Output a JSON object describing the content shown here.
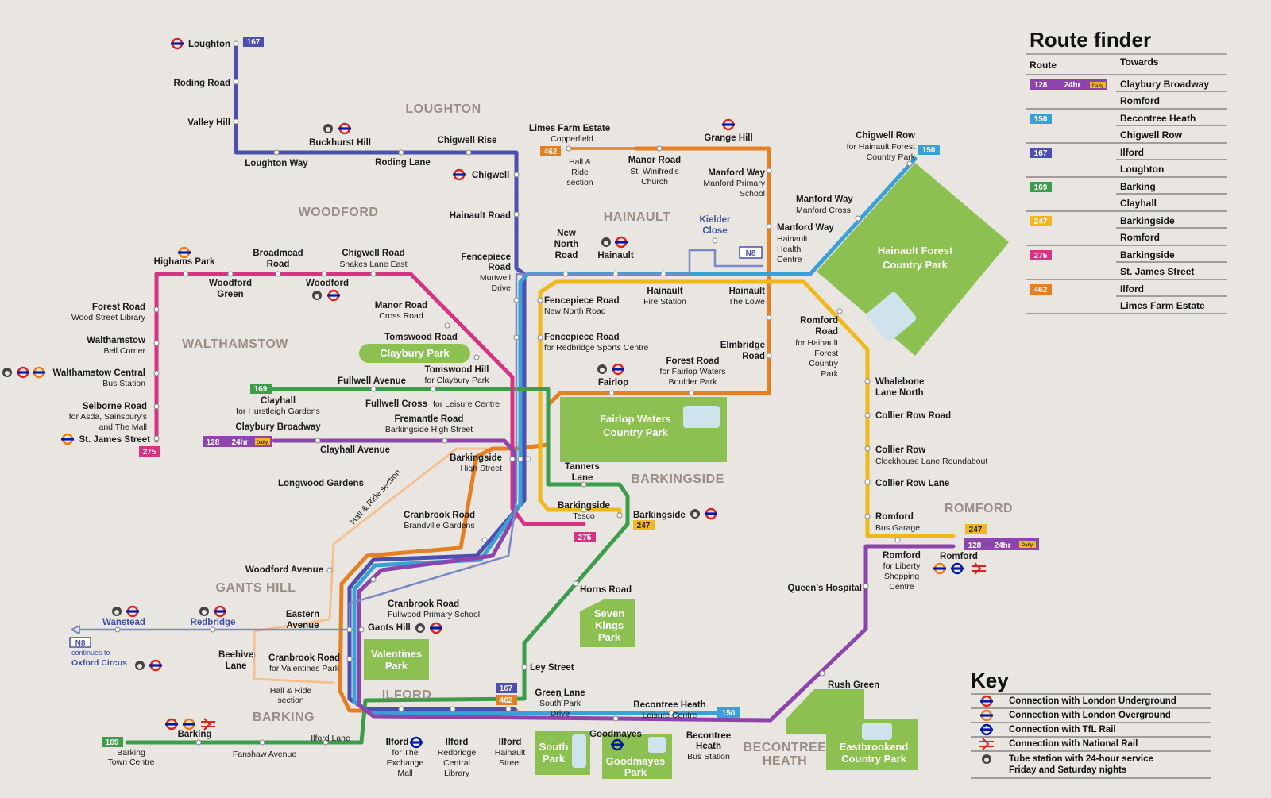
{
  "areas": {
    "loughton": "LOUGHTON",
    "woodford": "WOODFORD",
    "hainault": "HAINAULT",
    "walthamstow": "WALTHAMSTOW",
    "barkingside": "BARKINGSIDE",
    "romford": "ROMFORD",
    "gants_hill": "GANTS HILL",
    "ilford": "ILFORD",
    "barking": "BARKING",
    "becontree_heath": [
      "BECONTREE",
      "HEATH"
    ]
  },
  "parks": {
    "hainault_forest": [
      "Hainault Forest",
      "Country Park"
    ],
    "claybury": "Claybury Park",
    "fairlop": [
      "Fairlop Waters",
      "Country Park"
    ],
    "seven_kings": [
      "Seven",
      "Kings",
      "Park"
    ],
    "valentines": [
      "Valentines",
      "Park"
    ],
    "south_park": [
      "South",
      "Park"
    ],
    "goodmayes": [
      "Goodmayes",
      "Park"
    ],
    "eastbrookend": [
      "Eastbrookend",
      "Country Park"
    ]
  },
  "stops": {
    "loughton": "Loughton",
    "roding_road": "Roding Road",
    "valley_hill": "Valley Hill",
    "buckhurst_hill": "Buckhurst Hill",
    "loughton_way": "Loughton Way",
    "roding_lane": "Roding Lane",
    "chigwell_rise": "Chigwell Rise",
    "chigwell": "Chigwell",
    "hainault_road": "Hainault Road",
    "fencepiece_road_murtwell": [
      "Fencepiece",
      "Road",
      "Murtwell",
      "Drive"
    ],
    "limes_farm": [
      "Limes Farm Estate",
      "Copperfield"
    ],
    "hall_ride_section_top": [
      "Hall &",
      "Ride",
      "section"
    ],
    "manor_road_winifred": [
      "Manor Road",
      "St. Winifred's",
      "Church"
    ],
    "grange_hill": "Grange Hill",
    "manford_way_school": [
      "Manford Way",
      "Manford Primary",
      "School"
    ],
    "chigwell_row_cp": [
      "Chigwell Row",
      "for Hainault Forest",
      "Country Park"
    ],
    "manford_way_cross": [
      "Manford Way",
      "Manford Cross"
    ],
    "manford_way_hhc": [
      "Manford Way",
      "Hainault",
      "Health",
      "Centre"
    ],
    "kielder_close": [
      "Kielder",
      "Close"
    ],
    "new_north_road": [
      "New",
      "North",
      "Road"
    ],
    "hainault": "Hainault",
    "fencepiece_road_nnr": [
      "Fencepiece Road",
      "New North Road"
    ],
    "hainault_fire": [
      "Hainault",
      "Fire Station"
    ],
    "hainault_lowe": [
      "Hainault",
      "The Lowe"
    ],
    "fencepiece_road_sports": [
      "Fencepiece Road",
      "for Redbridge Sports Centre"
    ],
    "elmbridge_road": [
      "Elmbridge",
      "Road"
    ],
    "forest_road_fairlop": [
      "Forest Road",
      "for Fairlop Waters",
      "Boulder Park"
    ],
    "fairlop": "Fairlop",
    "romford_road_hf": [
      "Romford",
      "Road",
      "for Hainault",
      "Forest",
      "Country",
      "Park"
    ],
    "whalebone_lane": [
      "Whalebone",
      "Lane North"
    ],
    "collier_row_road": "Collier Row Road",
    "collier_row_clock": [
      "Collier Row",
      "Clockhouse Lane Roundabout"
    ],
    "collier_row_lane": "Collier Row Lane",
    "romford_bus_garage": [
      "Romford",
      "Bus Garage"
    ],
    "romford_liberty": [
      "Romford",
      "for Liberty",
      "Shopping",
      "Centre"
    ],
    "romford": "Romford",
    "queens_hospital": "Queen's Hospital",
    "rush_green": "Rush Green",
    "higham_park": "Highams Park",
    "broadmead_road": [
      "Broadmead",
      "Road"
    ],
    "chigwell_road_snakes": [
      "Chigwell Road",
      "Snakes Lane East"
    ],
    "woodford_green": [
      "Woodford",
      "Green"
    ],
    "woodford": "Woodford",
    "forest_road_library": [
      "Forest Road",
      "Wood Street Library"
    ],
    "manor_road_cross": [
      "Manor Road",
      "Cross Road"
    ],
    "walthamstow_bell": [
      "Walthamstow",
      "Bell Corner"
    ],
    "tomswood_road": "Tomswood Road",
    "walthamstow_central": [
      "Walthamstow Central",
      "Bus Station"
    ],
    "tomswood_hill": [
      "Tomswood Hill",
      "for Claybury Park"
    ],
    "fullwell_avenue": "Fullwell Avenue",
    "selborne_road": [
      "Selborne Road",
      "for Asda, Sainsbury's",
      "and The Mall"
    ],
    "clayhall": [
      "Clayhall",
      "for Hurstleigh Gardens"
    ],
    "fullwell_cross": [
      "Fullwell Cross",
      "for Leisure Centre"
    ],
    "fremantle_road": [
      "Fremantle Road",
      "Barkingside High Street"
    ],
    "st_james_street": "St. James Street",
    "claybury_broadway": "Claybury Broadway",
    "clayhall_avenue": "Clayhall Avenue",
    "barkingside_high": [
      "Barkingside",
      "High Street"
    ],
    "tanners_lane": [
      "Tanners",
      "Lane"
    ],
    "longwood_gardens": "Longwood Gardens",
    "hall_ride_diag": "Hall & Ride section",
    "barkingside_tesco": [
      "Barkingside",
      "Tesco"
    ],
    "barkingside": "Barkingside",
    "cranbrook_road_brandville": [
      "Cranbrook Road",
      "Brandville Gardens"
    ],
    "woodford_avenue": "Woodford Avenue",
    "horns_road": "Horns Road",
    "eastern_avenue": [
      "Eastern",
      "Avenue"
    ],
    "cranbrook_road_fullwood": [
      "Cranbrook Road",
      "Fullwood Primary School"
    ],
    "wanstead": "Wanstead",
    "redbridge": "Redbridge",
    "gants_hill": "Gants Hill",
    "n8_note": [
      "continues to",
      "Oxford Circus"
    ],
    "beehive_lane": [
      "Beehive",
      "Lane"
    ],
    "cranbrook_road_valentines": [
      "Cranbrook Road",
      "for Valentines Park"
    ],
    "hall_ride_section_low": [
      "Hall & Ride",
      "section"
    ],
    "ley_street": "Ley Street",
    "green_lane": [
      "Green Lane",
      "South Park",
      "Drive"
    ],
    "becontree_heath_leisure": [
      "Becontree Heath",
      "Leisure Centre"
    ],
    "barking": "Barking",
    "barking_town": [
      "Barking",
      "Town Centre"
    ],
    "fanshaw_avenue": "Fanshaw Avenue",
    "ilford_lane": "Ilford Lane",
    "ilford_exchange": [
      "Ilford",
      "for The",
      "Exchange",
      "Mall"
    ],
    "ilford_redbridge_lib": [
      "Ilford",
      "Redbridge",
      "Central",
      "Library"
    ],
    "ilford_hainault_st": [
      "Ilford",
      "Hainault",
      "Street"
    ],
    "goodmayes": "Goodmayes",
    "becontree_heath_bus": [
      "Becontree",
      "Heath",
      "Bus Station"
    ]
  },
  "route_badges": {
    "r167": "167",
    "r169": "169",
    "r128": "128",
    "r150": "150",
    "r247": "247",
    "r275": "275",
    "r462": "462",
    "n8": "N8",
    "h24": "24hr",
    "daily": "Daily"
  },
  "route_finder": {
    "title": "Route finder",
    "col_route": "Route",
    "col_towards": "Towards",
    "rows": [
      {
        "route": "128",
        "color": "#8e44ad",
        "towards": [
          "Claybury Broadway",
          "Romford"
        ],
        "extra": "24hr",
        "daily": "Daily"
      },
      {
        "route": "150",
        "color": "#3aa0d8",
        "towards": [
          "Becontree Heath",
          "Chigwell Row"
        ]
      },
      {
        "route": "167",
        "color": "#4b4fb0",
        "towards": [
          "Ilford",
          "Loughton"
        ]
      },
      {
        "route": "169",
        "color": "#3c9e4a",
        "towards": [
          "Barking",
          "Clayhall"
        ]
      },
      {
        "route": "247",
        "color": "#f0b81c",
        "towards": [
          "Barkingside",
          "Romford"
        ]
      },
      {
        "route": "275",
        "color": "#d63384",
        "towards": [
          "Barkingside",
          "St. James Street"
        ]
      },
      {
        "route": "462",
        "color": "#e67e22",
        "towards": [
          "Ilford",
          "Limes Farm Estate"
        ]
      }
    ]
  },
  "key": {
    "title": "Key",
    "items": [
      "Connection with London Underground",
      "Connection with London Overground",
      "Connection with TfL Rail",
      "Connection with National Rail",
      [
        "Tube station with 24-hour service",
        "Friday and Saturday nights"
      ]
    ]
  },
  "colors": {
    "r128": "#8e44ad",
    "r150": "#3aa0d8",
    "r167": "#4b4fb0",
    "r169": "#3c9e4a",
    "r247": "#f0b81c",
    "r275": "#d63384",
    "r462": "#e67e22",
    "n8": "#7a88c7",
    "park": "#8cc152",
    "underground": "#dc241f",
    "overground": "#ee7c0e",
    "tfl_rail": "#0019a8"
  }
}
